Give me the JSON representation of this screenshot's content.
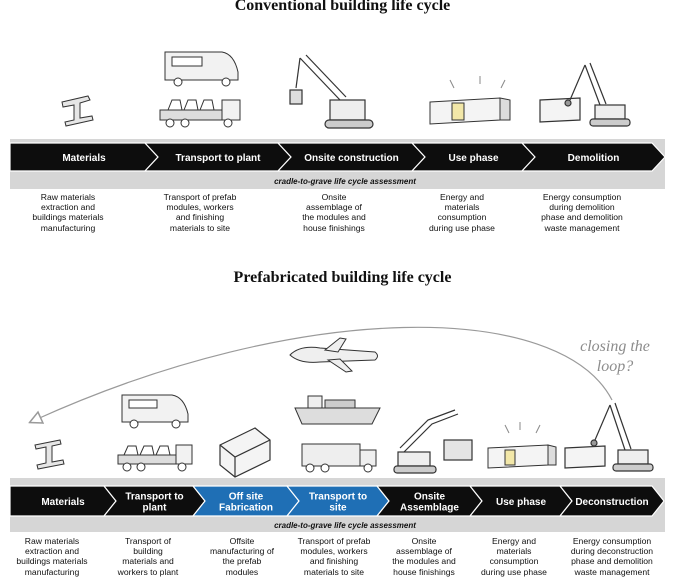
{
  "conventional": {
    "title": "Conventional building life cycle",
    "stages": [
      "Materials",
      "Transport to plant",
      "Onsite construction",
      "Use phase",
      "Demolition"
    ],
    "band_label": "cradle-to-grave life cycle assessment",
    "descriptions": [
      "Raw materials\nextraction and\nbuildings materials\nmanufacturing",
      "Transport of prefab\nmodules, workers\nand finishing\nmaterials to site",
      "Onsite\nassemblage of\nthe modules and\nhouse finishings",
      "Energy and\nmaterials\nconsumption\nduring use phase",
      "Energy consumption\nduring demolition\nphase and demolition\nwaste management"
    ]
  },
  "prefabricated": {
    "title": "Prefabricated building life cycle",
    "stages": [
      "Materials",
      "Transport to\nplant",
      "Off site\nFabrication",
      "Transport to\nsite",
      "Onsite\nAssemblage",
      "Use phase",
      "Deconstruction"
    ],
    "highlighted_stages": [
      "Off site\nFabrication",
      "Transport to\nsite"
    ],
    "band_label": "cradle-to-grave life cycle assessment",
    "loop_label": "closing the\nloop?",
    "descriptions": [
      "Raw materials\nextraction and\nbuildings materials\nmanufacturing",
      "Transport of\nbuilding\nmaterials and\nworkers to plant",
      "Offsite\nmanufacturing of\nthe prefab\nmodules",
      "Transport of prefab\nmodules, workers\nand finishing\nmaterials to site",
      "Onsite\nassemblage of\nthe modules and\nhouse finishings",
      "Energy and\nmaterials\nconsumption\nduring use phase",
      "Energy consumption\nduring deconstruction\nphase and demolition\nwaste management"
    ]
  },
  "colors": {
    "stage": "#0d0d0d",
    "highlight": "#1f6fb5",
    "band": "#d6d6d6",
    "loop_arrow": "#9a9a9a"
  },
  "icons": {
    "conventional": [
      "i-beam-icon",
      "van-and-truck-icon",
      "crane-icon",
      "house-module-icon",
      "demolition-crane-icon"
    ],
    "prefabricated": [
      "i-beam-icon",
      "van-and-truck-icon",
      "module-box-icon",
      "plane-ship-truck-icon",
      "crane-icon",
      "house-module-icon",
      "crane-house-icon"
    ]
  }
}
